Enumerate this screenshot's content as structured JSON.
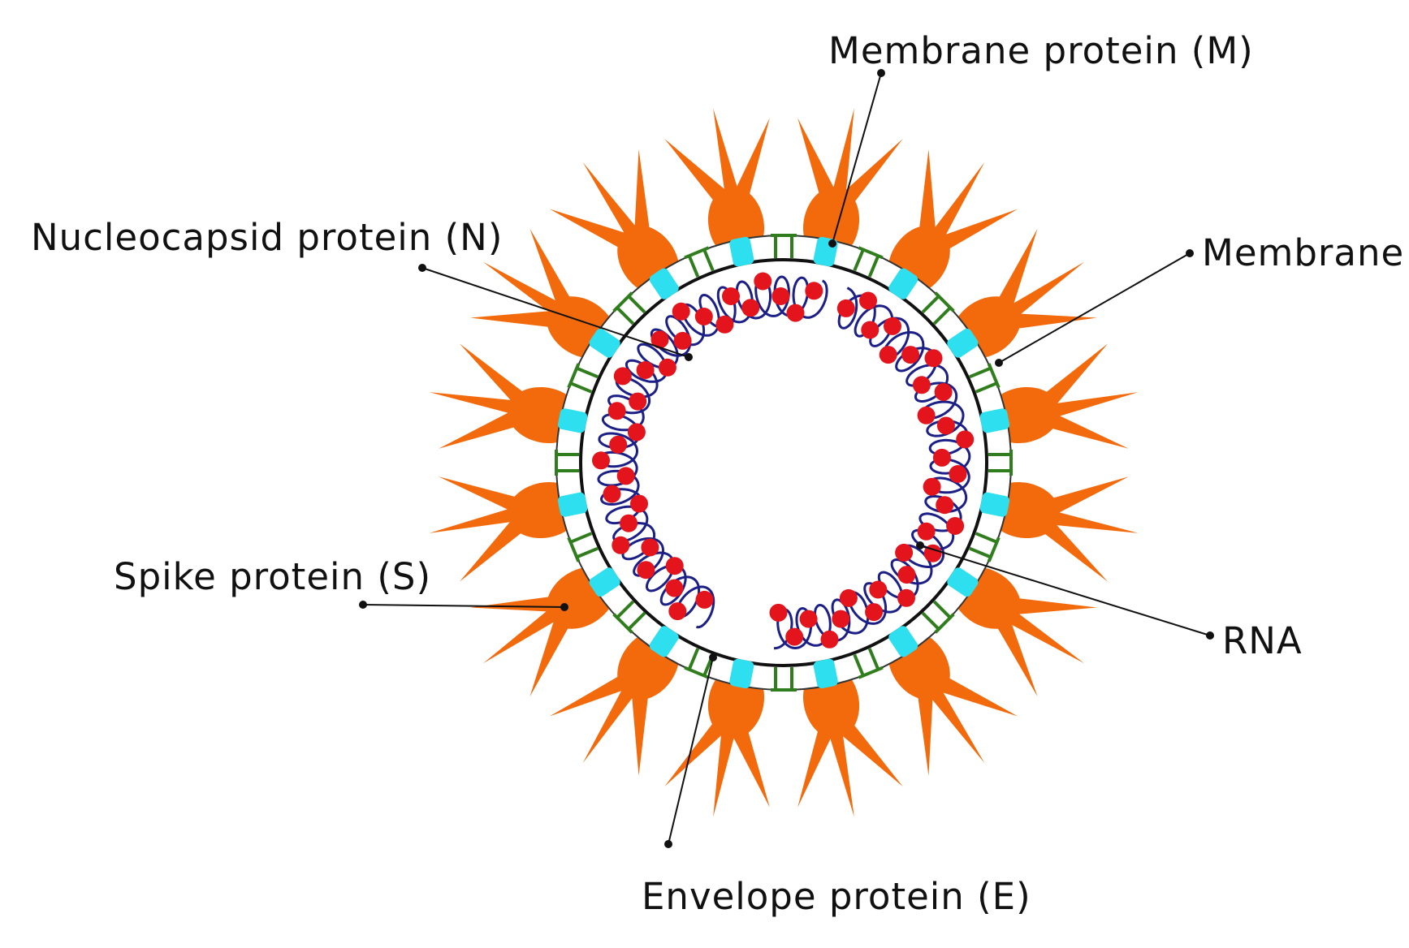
{
  "labels": {
    "membrane_protein": "Membrane protein (M)",
    "nucleocapsid_protein": "Nucleocapsid protein (N)",
    "membrane": "Membrane",
    "spike_protein": "Spike protein (S)",
    "rna": "RNA",
    "envelope_protein": "Envelope protein (E)"
  },
  "colors": {
    "spike": "#f26a0c",
    "membrane_protein": "#2ee0ef",
    "envelope_protein": "#2f7d1c",
    "nucleocapsid": "#e3141c",
    "rna": "#1b1f86",
    "outline": "#111111"
  },
  "icons": {
    "spike": "spike-protein-icon",
    "membrane_protein": "membrane-protein-icon",
    "envelope_protein": "envelope-protein-icon",
    "nucleocapsid": "nucleocapsid-dot-icon"
  }
}
